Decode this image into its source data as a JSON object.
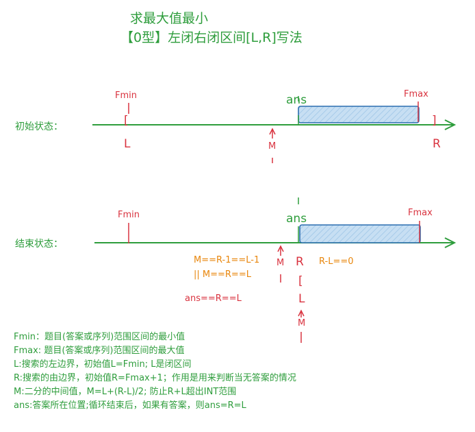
{
  "title": {
    "line1": "求最大值最小",
    "line2": "【0型】左闭右闭区间[L,R]写法"
  },
  "initial_state": {
    "row_label": "初始状态：",
    "fmin": "Fmin",
    "fmax": "Fmax",
    "ans": "ans",
    "L": "L",
    "R": "R",
    "M": "M",
    "bracket_left": "[",
    "bracket_right": "]"
  },
  "end_state": {
    "row_label": "结束状态：",
    "fmin": "Fmin",
    "fmax": "Fmax",
    "ans": "ans",
    "M": "M",
    "R": "R",
    "L": "L",
    "M_below": "M",
    "bracket_left": "[",
    "cond_line1": "M==R-1==L-1",
    "cond_line2": "|| M==R==L",
    "cond_line3": "ans==R==L",
    "r_minus_l": "R-L==0"
  },
  "legend": [
    "Fmin：题目(答案或序列)范围区间的最小值",
    "Fmax: 题目(答案或序列)范围区间的最大值",
    "L:搜索的左边界，初始值L=Fmin; L是闭区间",
    "R:搜索的由边界，初始值R=Fmax+1；作用是用来判断当无答案的情况",
    "M:二分的中间值，M=L+(R-L)/2;  防止R+L超出INT范围",
    "ans:答案所在位置;循环结束后，如果有答案，则ans=R=L"
  ],
  "colors": {
    "green": "#2e9d3c",
    "red": "#d9333f",
    "orange": "#e8860c",
    "box_fill": "#c7dff3",
    "box_stroke": "#2a6db0"
  }
}
